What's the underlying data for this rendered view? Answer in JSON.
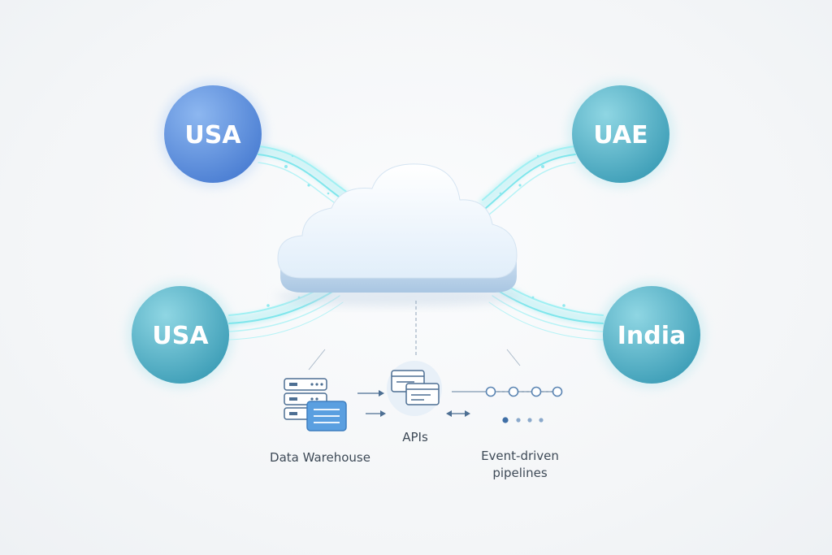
{
  "regions": [
    {
      "label": "USA"
    },
    {
      "label": "UAE"
    },
    {
      "label": "USA"
    },
    {
      "label": "India"
    }
  ],
  "services": {
    "warehouse": {
      "caption": "Data Warehouse"
    },
    "apis": {
      "caption": "APIs"
    },
    "events": {
      "caption_line1": "Event-driven",
      "caption_line2": "pipelines"
    }
  },
  "colors": {
    "blue_node": "#5e8fdc",
    "teal_node": "#4fb0c6",
    "flow_glow": "#67e3ea",
    "cloud": "#e9f3fb",
    "icon_stroke": "#4d6f93"
  }
}
